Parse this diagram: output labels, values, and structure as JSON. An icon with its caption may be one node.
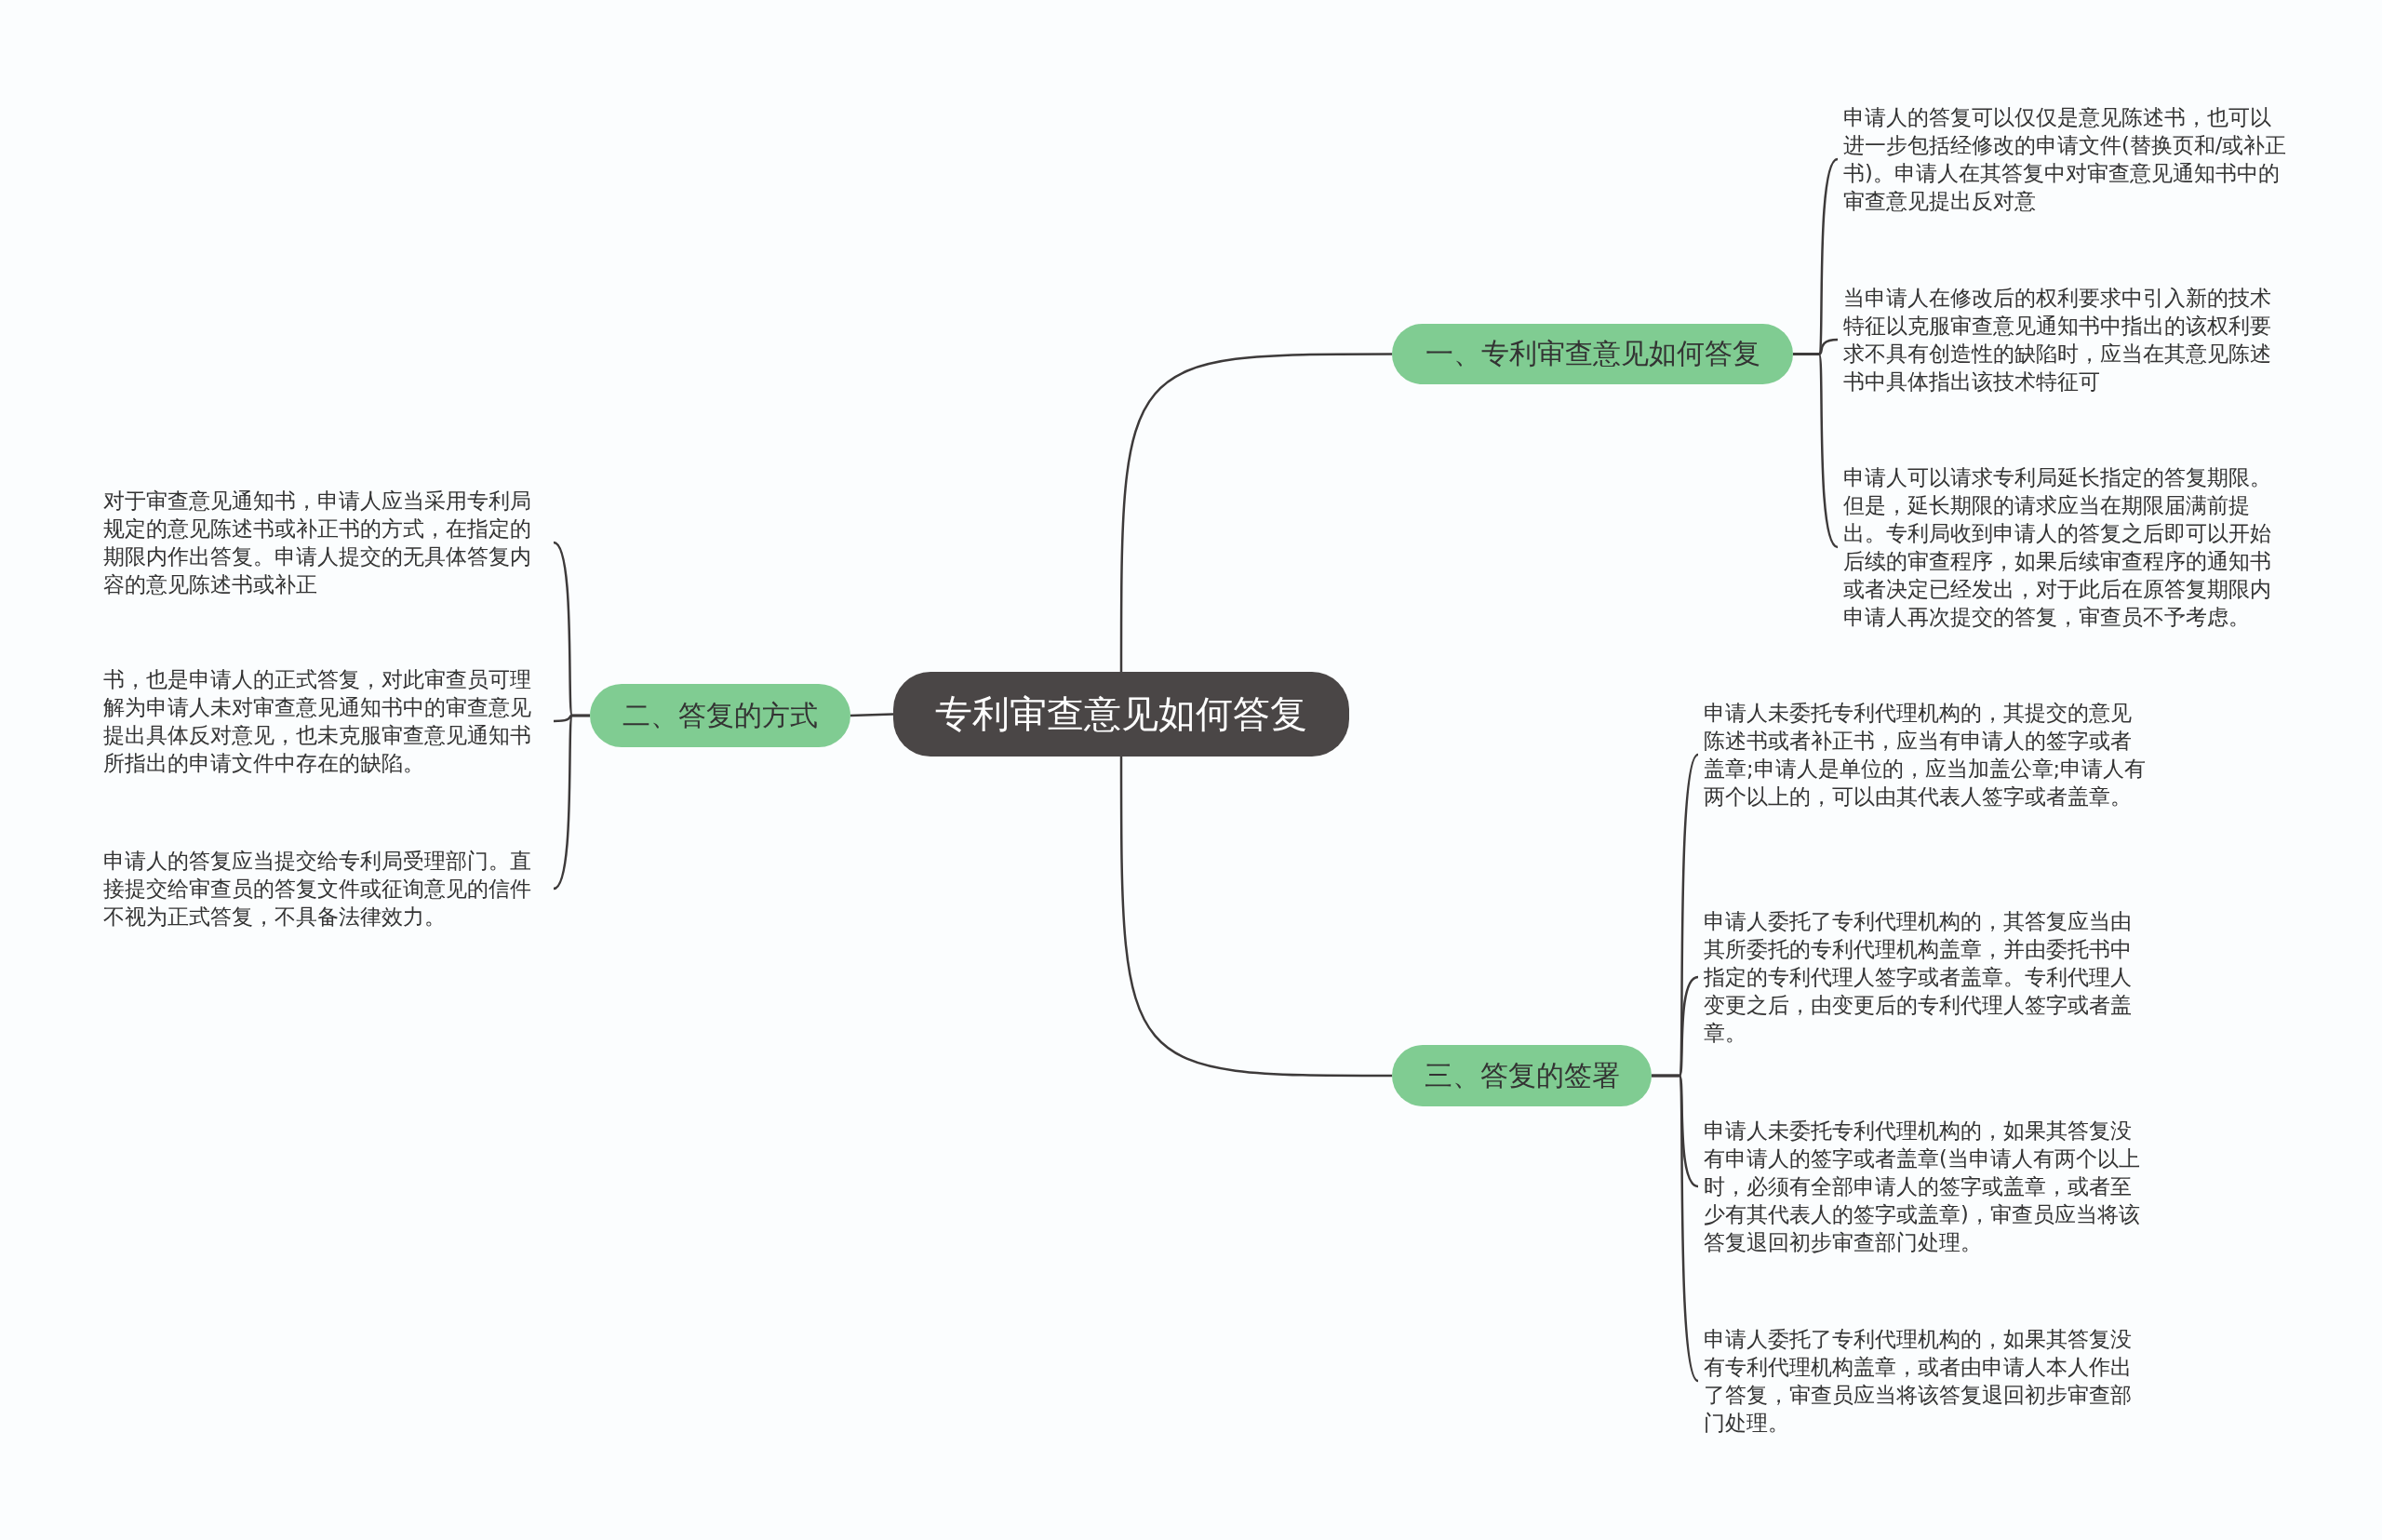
{
  "diagram": {
    "nodes": [
      {
        "text": [
          "专利审查意见如何答复"
        ]
      },
      {
        "text": [
          "一、专利审查意见如何答复"
        ]
      },
      {
        "text": [
          "申请人的答复可以仅仅是意见陈述书，也可以进一步包括经修改的申请文件(替换页和/或补正书)。申请人在其答复中对审查意见通知书中的审查意见提出反对意"
        ]
      },
      {
        "text": [
          "当申请人在修改后的权利要求中引入新的技术特征以克服审查意见通知书中指出的该权利要求不具有创造性的缺陷时，应当在其意见陈述书中具体指出该技术特征可"
        ]
      },
      {
        "text": [
          "申请人可以请求专利局延长指定的答复期限。但是，延长期限的请求应当在期限届满前提出。专利局收到申请人的答复之后即可以开始后续的审查程序，如果后续审查程序的通知书或者决定已经发出，对于此后在原答复期限内申请人再次提交的答复，审查员不予考虑。"
        ]
      },
      {
        "text": [
          "二、答复的方式"
        ]
      },
      {
        "text": [
          "对于审查意见通知书，申请人应当采用专利局规定的意见陈述书或补正书的方式，在指定的期限内作出答复。申请人提交的无具体答复内容的意见陈述书或补正"
        ]
      },
      {
        "text": [
          "书，也是申请人的正式答复，对此审查员可理解为申请人未对审查意见通知书中的审查意见提出具体反对意见，也未克服审查意见通知书所指出的申请文件中存在的缺陷。"
        ]
      },
      {
        "text": [
          "申请人的答复应当提交给专利局受理部门。直接提交给审查员的答复文件或征询意见的信件不视为正式答复，不具备法律效力。"
        ]
      },
      {
        "text": [
          "三、答复的签署"
        ]
      },
      {
        "text": [
          "申请人未委托专利代理机构的，其提交的意见陈述书或者补正书，应当有申请人的签字或者盖章;申请人是单位的，应当加盖公章;申请人有两个以上的，可以由其代表人签字或者盖章。"
        ]
      },
      {
        "text": [
          "申请人委托了专利代理机构的，其答复应当由其所委托的专利代理机构盖章，并由委托书中指定的专利代理人签字或者盖章。专利代理人变更之后，由变更后的专利代理人签字或者盖章。"
        ]
      },
      {
        "text": [
          "申请人未委托专利代理机构的，如果其答复没有申请人的签字或者盖章(当申请人有两个以上时，必须有全部申请人的签字或盖章，或者至少有其代表人的签字或盖章)，审查员应当将该答复退回初步审查部门处理。"
        ]
      },
      {
        "text": [
          "申请人委托了专利代理机构的，如果其答复没有专利代理机构盖章，或者由申请人本人作出了答复，审查员应当将该答复退回初步审查部门处理。"
        ]
      }
    ],
    "edges": [
      {
        "from": 0,
        "to": 1,
        "arrow": "none"
      },
      {
        "from": 1,
        "to": 2,
        "arrow": "none"
      },
      {
        "from": 1,
        "to": 3,
        "arrow": "none"
      },
      {
        "from": 1,
        "to": 4,
        "arrow": "none"
      },
      {
        "from": 0,
        "to": 5,
        "arrow": "none"
      },
      {
        "from": 5,
        "to": 6,
        "arrow": "none"
      },
      {
        "from": 5,
        "to": 7,
        "arrow": "none"
      },
      {
        "from": 5,
        "to": 8,
        "arrow": "none"
      },
      {
        "from": 0,
        "to": 9,
        "arrow": "none"
      },
      {
        "from": 9,
        "to": 10,
        "arrow": "none"
      },
      {
        "from": 9,
        "to": 11,
        "arrow": "none"
      },
      {
        "from": 9,
        "to": 12,
        "arrow": "none"
      },
      {
        "from": 9,
        "to": 13,
        "arrow": "none"
      }
    ]
  }
}
